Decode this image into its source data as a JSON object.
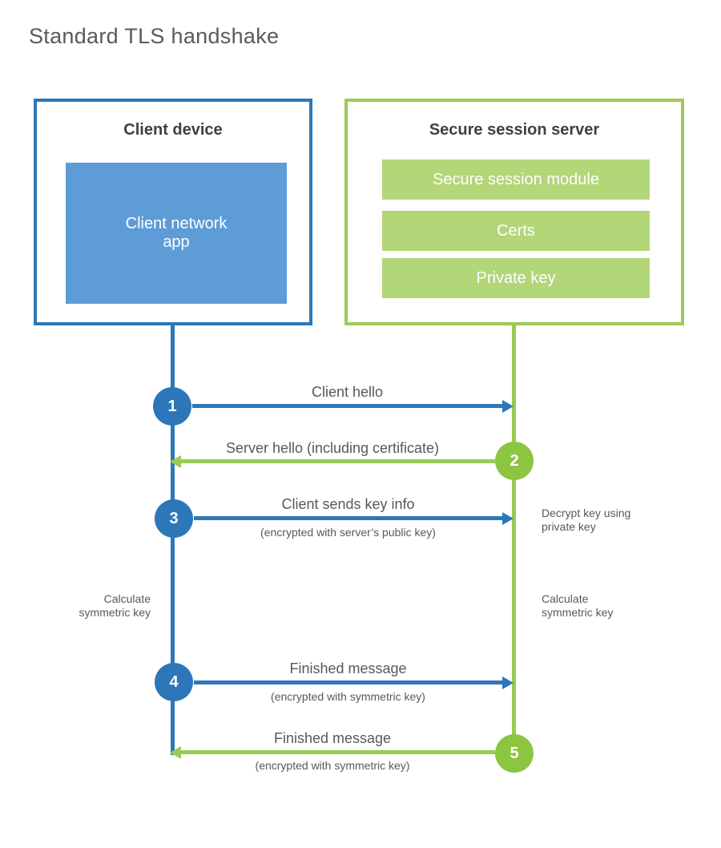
{
  "title": "Standard TLS handshake",
  "client": {
    "title": "Client device",
    "app_label": "Client network\napp"
  },
  "server": {
    "title": "Secure session server",
    "modules": [
      "Secure session module",
      "Certs",
      "Private key"
    ]
  },
  "steps": [
    {
      "num": "1",
      "label": "Client hello",
      "sub": ""
    },
    {
      "num": "2",
      "label": "Server hello (including certificate)",
      "sub": ""
    },
    {
      "num": "3",
      "label": "Client sends key info",
      "sub": "(encrypted with server’s public key)"
    },
    {
      "num": "4",
      "label": "Finished message",
      "sub": "(encrypted with symmetric key)"
    },
    {
      "num": "5",
      "label": "Finished message",
      "sub": "(encrypted with symmetric key)"
    }
  ],
  "annotations": {
    "decrypt_note": "Decrypt key using\nprivate key",
    "client_calc": "Calculate\nsymmetric key",
    "server_calc": "Calculate\nsymmetric key"
  },
  "colors": {
    "blue": "#2d77b9",
    "blue_light": "#5d9cd6",
    "green": "#9aca55",
    "green_circle": "#8cc540",
    "green_light": "#b2d678",
    "text_dark": "#3f4042",
    "text_gray": "#57585a"
  }
}
